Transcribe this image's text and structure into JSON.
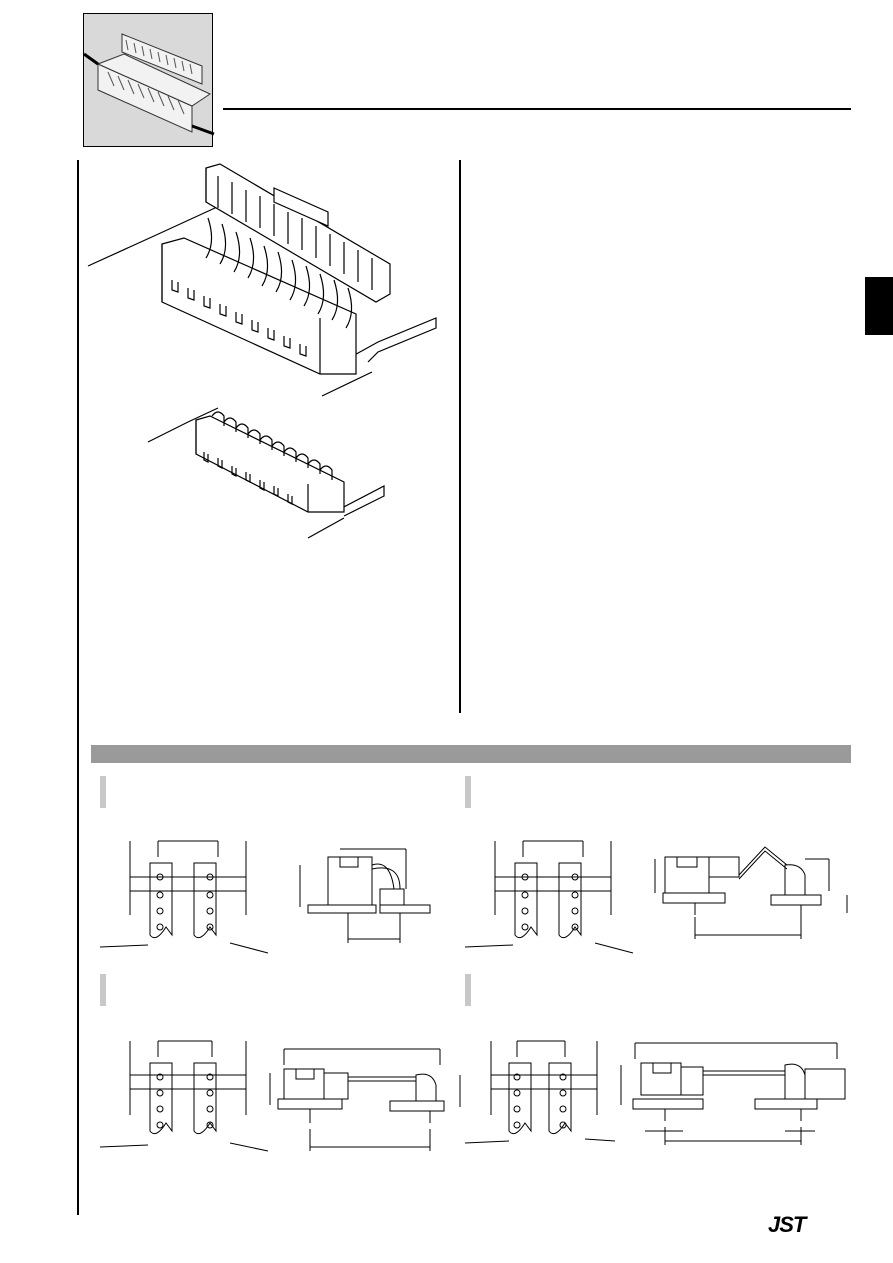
{
  "brand": {
    "logo_text": "JST"
  },
  "figures": {
    "thumbnail": {
      "icon": "connector-photo-icon"
    },
    "main_illustration": {
      "icon": "connector-mated-illustration"
    },
    "header_illustration": {
      "icon": "connector-header-illustration"
    }
  },
  "section": {
    "title": ""
  },
  "layouts": [
    {
      "name": "",
      "icon": "pcb-layout-diagram"
    },
    {
      "name": "",
      "icon": "pcb-layout-diagram"
    },
    {
      "name": "",
      "icon": "pcb-layout-diagram"
    },
    {
      "name": "",
      "icon": "pcb-layout-diagram"
    }
  ],
  "colors": {
    "section_bar": "#9a9a9a",
    "subhead_mark": "#c8c8c8",
    "tab": "#000000"
  }
}
